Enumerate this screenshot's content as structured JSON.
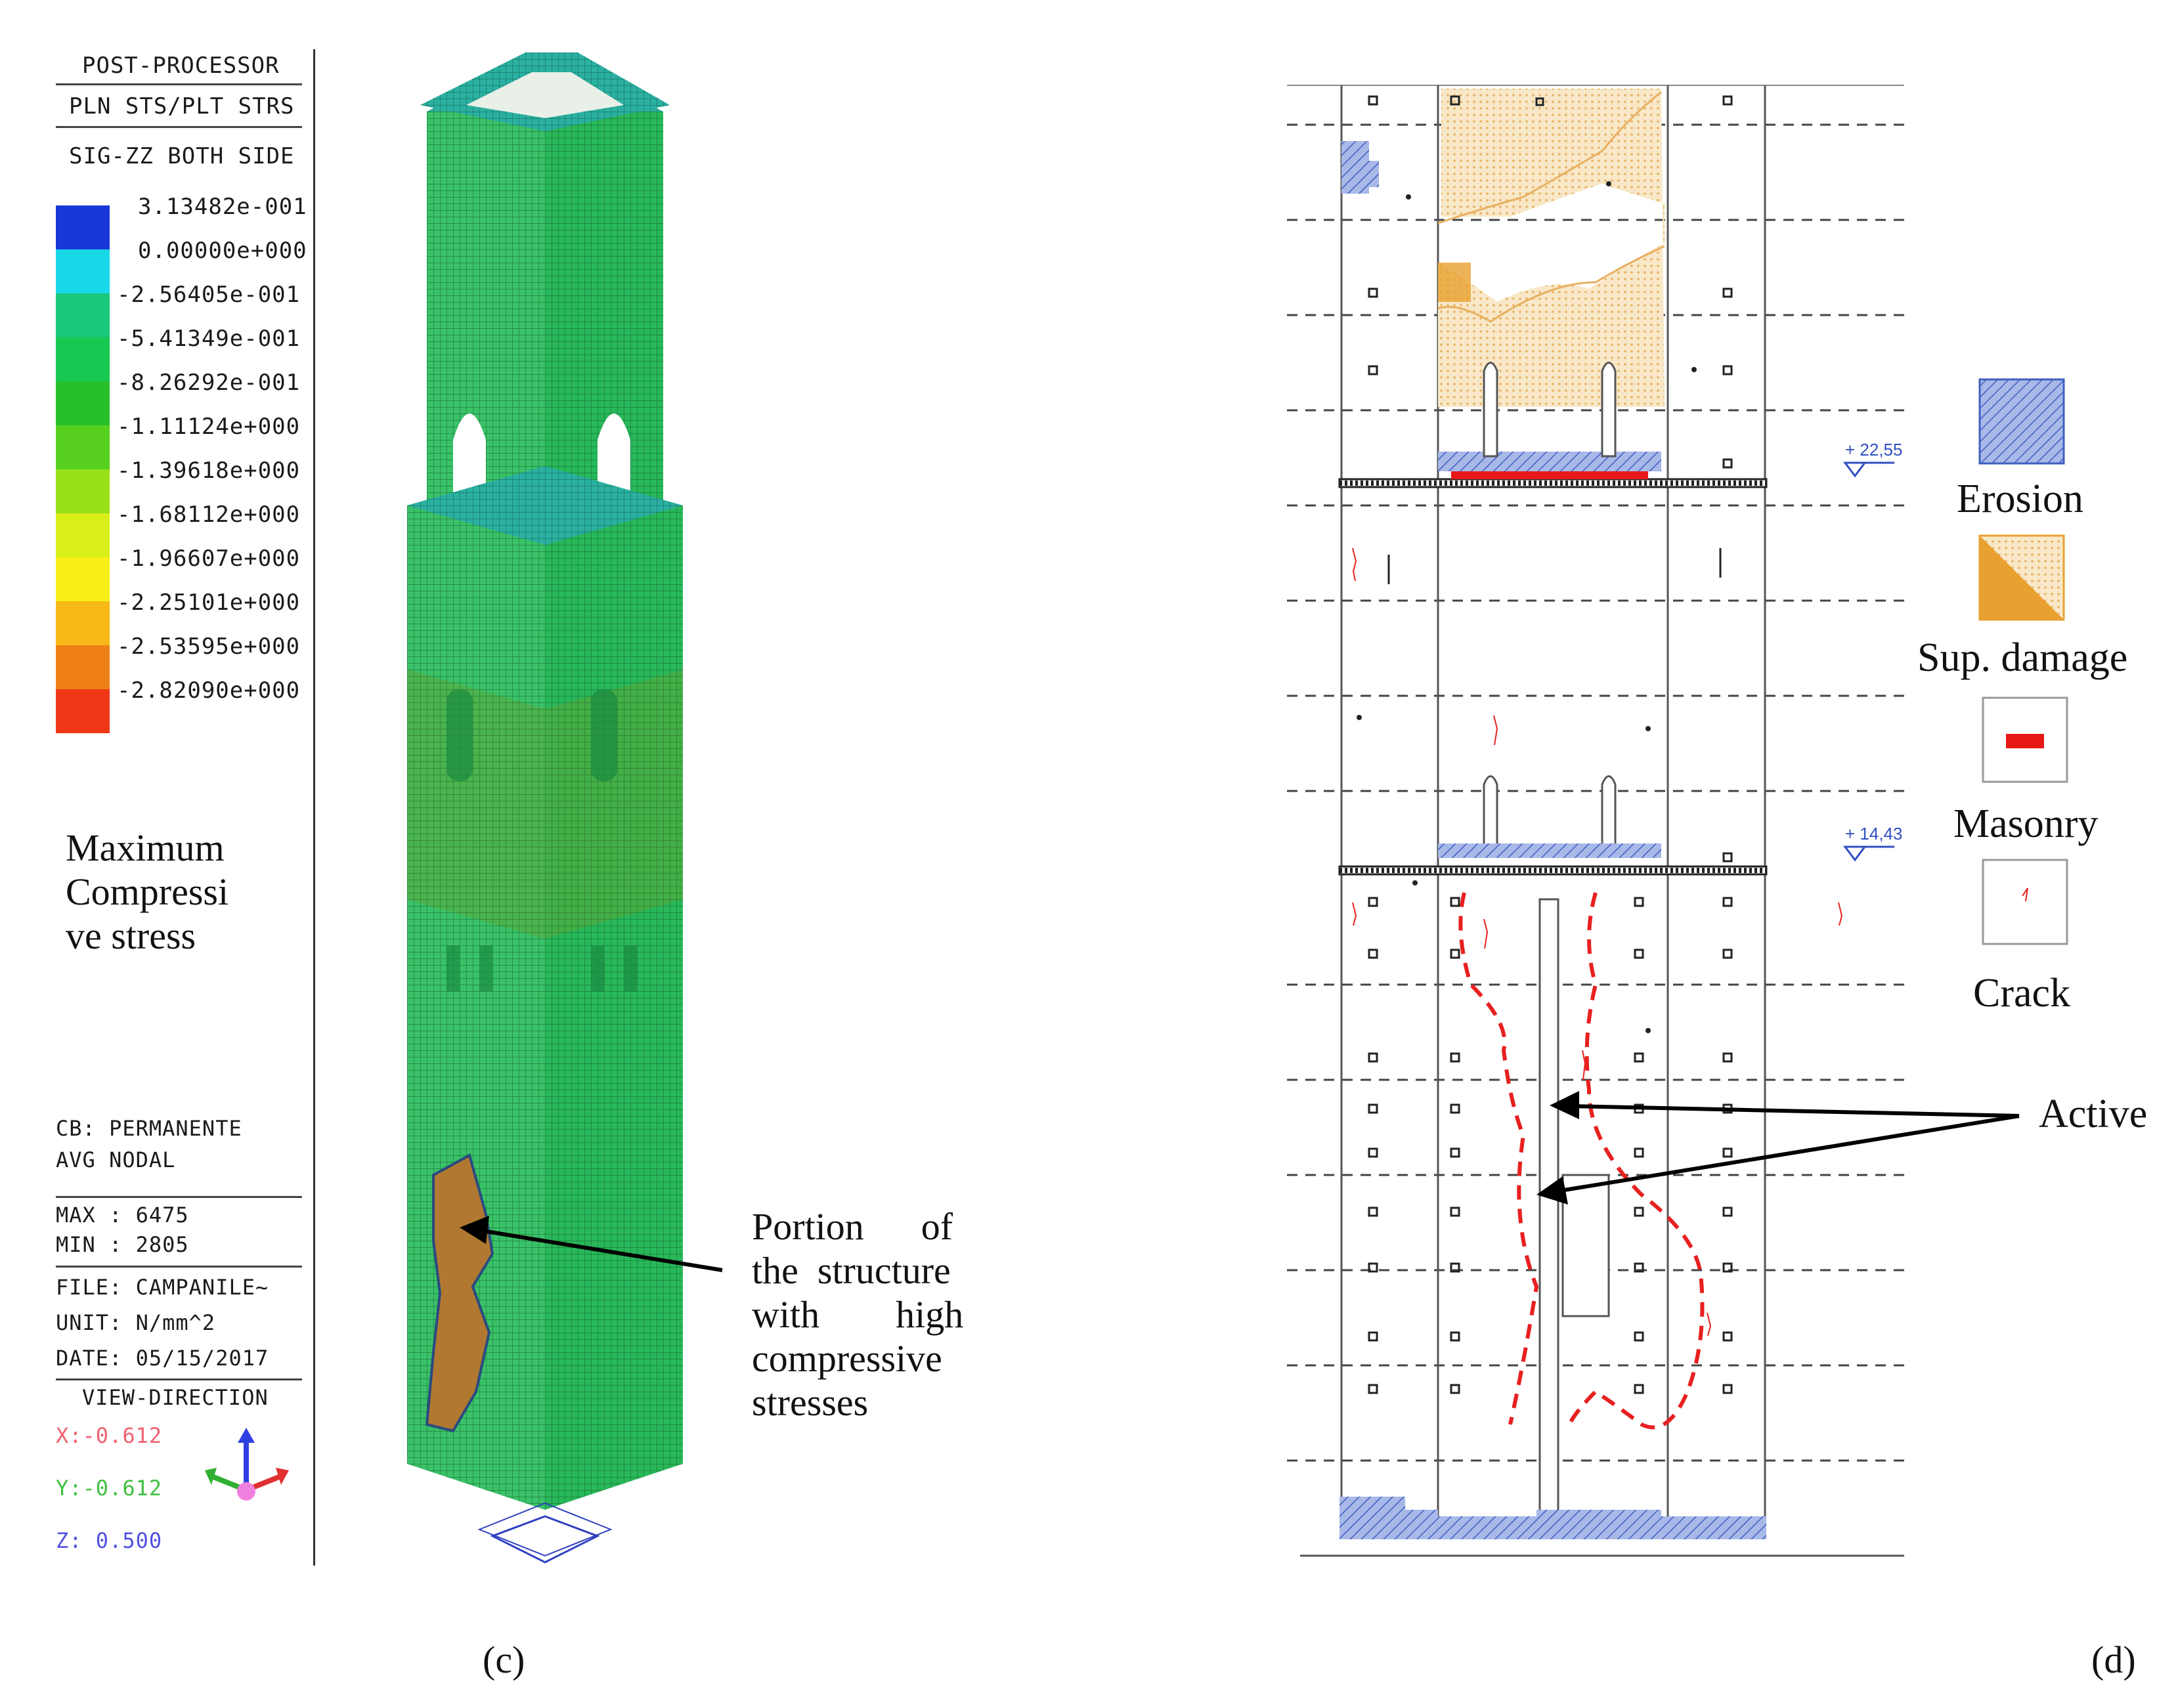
{
  "panel_c": {
    "header": [
      "POST-PROCESSOR",
      "PLN STS/PLT STRS",
      "SIG-ZZ BOTH SIDE"
    ],
    "legend": [
      {
        "label": "3.13482e-001",
        "color": "#1838d8"
      },
      {
        "label": "0.00000e+000",
        "color": "#18d8e8"
      },
      {
        "label": "-2.56405e-001",
        "color": "#18c878"
      },
      {
        "label": "-5.41349e-001",
        "color": "#18c850"
      },
      {
        "label": "-8.26292e-001",
        "color": "#28c028"
      },
      {
        "label": "-1.11124e+000",
        "color": "#58d020"
      },
      {
        "label": "-1.39618e+000",
        "color": "#98e018"
      },
      {
        "label": "-1.68112e+000",
        "color": "#d8f018"
      },
      {
        "label": "-1.96607e+000",
        "color": "#f8f018"
      },
      {
        "label": "-2.25101e+000",
        "color": "#f8b818"
      },
      {
        "label": "-2.53595e+000",
        "color": "#f08018"
      },
      {
        "label": "-2.82090e+000",
        "color": "#f03818"
      }
    ],
    "stress_title": [
      "Maximum",
      "Compressi",
      "ve stress"
    ],
    "info": [
      "CB: PERMANENTE",
      "AVG NODAL"
    ],
    "minmax": [
      "MAX : 6475",
      "MIN : 2805"
    ],
    "file_info": [
      "FILE: CAMPANILE~",
      "UNIT: N/mm^2",
      "DATE: 05/15/2017"
    ],
    "view_direction": {
      "title": "VIEW-DIRECTION",
      "x": "X:-0.612",
      "y": "Y:-0.612",
      "z": "Z: 0.500",
      "x_color": "#f06070",
      "y_color": "#40c040",
      "z_color": "#5050e0"
    },
    "annotation": [
      "Portion      of",
      "the  structure",
      "with        high",
      "compressive",
      "stresses"
    ],
    "caption": "(c)"
  },
  "panel_d": {
    "elevation_1": "+ 22,55",
    "elevation_2": "+ 14,43",
    "legend": [
      {
        "label": "Erosion",
        "icon": "erosion-hatch"
      },
      {
        "label": "Sup. damage",
        "icon": "surface-damage-hatch"
      },
      {
        "label": "Masonry",
        "icon": "masonry-red-bar"
      },
      {
        "label": "Crack",
        "icon": "crack-line"
      }
    ],
    "active_label": "Active",
    "caption": "(d)"
  }
}
